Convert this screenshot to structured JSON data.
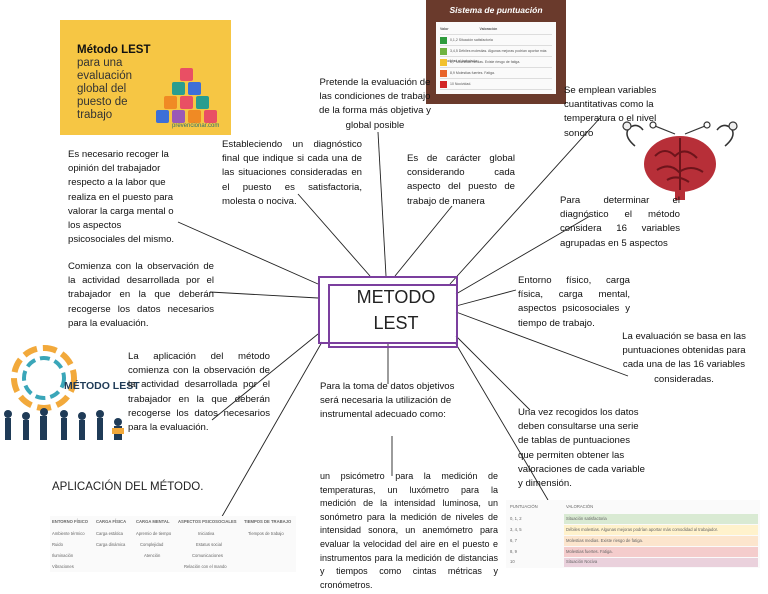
{
  "center": {
    "line1": "METODO",
    "line2": "LEST"
  },
  "thumb_lest": {
    "title": "Método LEST",
    "subtitle_lines": [
      "para una",
      "evaluación",
      "global del",
      "puesto de",
      "trabajo"
    ],
    "brand": "prevencionar.com",
    "colors": {
      "background": "#f6c644",
      "accent": "#2a9d8f"
    }
  },
  "thumb_scoring": {
    "title": "Sistema de puntuación",
    "header": [
      "Valor",
      "Valoración"
    ],
    "rows": [
      {
        "value": "0,1,2",
        "text": "Situación satisfactoria",
        "color": "#2e9b3c"
      },
      {
        "value": "3,4,5",
        "text": "Débiles molestias. Algunas mejoras podrían aportar más comodidad al trabajador.",
        "color": "#6fb340"
      },
      {
        "value": "6,7",
        "text": "Molestias medias. Existe riesgo de fatiga.",
        "color": "#f2c12e"
      },
      {
        "value": "8,9",
        "text": "Molestias fuertes. Fatiga.",
        "color": "#e8642b"
      },
      {
        "value": "10",
        "text": "Nocividad.",
        "color": "#d32525"
      }
    ]
  },
  "thumb_brain": {
    "icon": "brain-icon"
  },
  "thumb_people": {
    "label": "MÉTODO LEST",
    "icon": "people-silhouette-icon"
  },
  "nodes": {
    "top_center": "Pretende la evaluación de las condiciones de trabajo de la forma más objetiva y global posible",
    "diag_final": "Estableciendo un diagnóstico final que indique si cada una de las situaciones consideradas en el puesto es satisfactoria, molesta o nociva.",
    "global": "Es de carácter global considerando cada aspecto del puesto de trabajo de manera",
    "variables": "Se emplean variables cuantitativas como la temperatura o el nivel sonoro",
    "opinion": "Es necesario recoger la opinión del trabajador respecto a la labor que realiza en el puesto para valorar la carga mental o los aspectos psicosociales del mismo.",
    "observacion": "Comienza con la observación de la actividad desarrollada por el trabajador en la que deberán recogerse los datos necesarios para la evaluación.",
    "diagnostico": "Para determinar el diagnóstico el método considera 16 variables agrupadas en 5 aspectos",
    "entorno": "Entorno físico, carga física, carga mental, aspectos psicosociales y tiempo de trabajo.",
    "evaluacion": "La evaluación se basa en las puntuaciones obtenidas para cada una de las 16 variables consideradas.",
    "aplicacion": "La aplicación del método comienza con la observación de la actividad desarrollada por el trabajador en la que deberán recogerse los datos necesarios para la evaluación.",
    "toma_datos": "Para la toma de datos objetivos será necesaria la utilización de instrumental adecuado como:",
    "tablas": "Una vez recogidos los datos deben consultarse una serie de tablas de puntuaciones que permiten obtener las valoraciones de cada variable y dimensión.",
    "instrumentos": "un psicómetro para la medición de temperaturas, un luxómetro para la medición de la intensidad luminosa, un sonómetro para la medición de niveles de intensidad sonora, un anemómetro para evaluar la velocidad del aire en el puesto e instrumentos para la medición de distancias y tiempos como cintas métricas y cronómetros."
  },
  "aplicacion_section": {
    "title": "APLICACIÓN DEL MÉTODO.",
    "headers": [
      "ENTORNO FÍSICO",
      "CARGA FÍSICA",
      "CARGA MENTAL",
      "ASPECTOS PSICOSOCIALES",
      "TIEMPOS DE TRABAJO"
    ],
    "rows": [
      [
        "Ambiente térmico",
        "Carga estática",
        "Apremio de tiempo",
        "Iniciativa",
        "Tiempos de trabajo"
      ],
      [
        "Ruido",
        "Carga dinámica",
        "Complejidad",
        "Estatus social",
        ""
      ],
      [
        "Iluminación",
        "",
        "Atención",
        "Comunicaciones",
        ""
      ],
      [
        "Vibraciones",
        "",
        "",
        "Relación con el mando",
        ""
      ]
    ]
  },
  "puntuacion_table": {
    "headers": [
      "PUNTUACIÓN",
      "VALORACIÓN"
    ],
    "rows": [
      {
        "score": "0, 1, 2",
        "text": "Situación satisfactoria",
        "color": "#d9ead3"
      },
      {
        "score": "3, 4, 5",
        "text": "Débiles molestias. Algunas mejoras podrían aportar más comodidad al trabajador.",
        "color": "#fff2cc"
      },
      {
        "score": "6, 7",
        "text": "Molestias medias. Existe riesgo de fatiga.",
        "color": "#fce5cd"
      },
      {
        "score": "8, 9",
        "text": "Molestias fuertes. Fatiga.",
        "color": "#f4cccc"
      },
      {
        "score": "10",
        "text": "Situación Nociva",
        "color": "#ead1dc"
      }
    ]
  }
}
